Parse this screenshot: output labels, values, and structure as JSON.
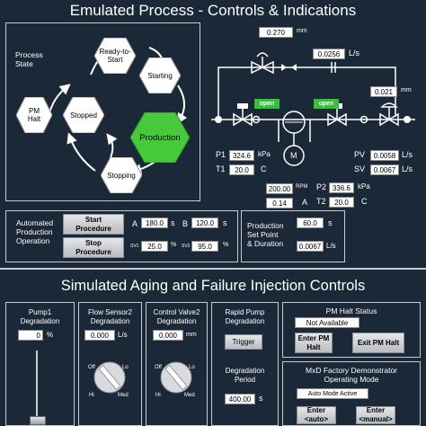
{
  "top": {
    "title": "Emulated Process - Controls & Indications",
    "process_state": {
      "label": "Process\nState",
      "states": {
        "ready": "Ready-to-\nStart",
        "starting": "Starting",
        "production": "Production",
        "stopping": "Stopping",
        "stopped": "Stopped",
        "pm_halt": "PM\nHalt"
      },
      "active_color": "#46c93a"
    },
    "pid": {
      "top_value": "0.270",
      "top_unit": "mm",
      "flow_top_value": "0.0256",
      "flow_top_unit": "L/s",
      "right_value": "0.021",
      "right_unit": "mm",
      "open_left": "open",
      "open_right": "open",
      "p1_label": "P1",
      "p1_value": "324.6",
      "p1_unit": "kPa",
      "t1_label": "T1",
      "t1_value": "20.0",
      "t1_unit": "C",
      "pv_label": "PV",
      "pv_value": "0.0058",
      "pv_unit": "L/s",
      "sv_label": "SV",
      "sv_value": "0.0067",
      "sv_unit": "L/s",
      "motor_label": "M",
      "rpm_value": "200.00",
      "rpm_unit": "RPM",
      "amp_value": "0.14",
      "amp_unit": "A",
      "p2_label": "P2",
      "p2_value": "336.6",
      "p2_unit": "kPa",
      "t2_label": "T2",
      "t2_value": "20.0",
      "t2_unit": "C"
    },
    "auto_op": {
      "label": "Automated\nProduction\nOperation",
      "start_btn": "Start\nProcedure",
      "stop_btn": "Stop\nProcedure",
      "a_label": "A",
      "a_value": "180.0",
      "a_unit": "s",
      "b_label": "B",
      "b_value": "120.0",
      "b_unit": "s",
      "sv1_label": "SV1",
      "sv1_value": "25.0",
      "sv1_unit": "%",
      "sv2_label": "SV2",
      "sv2_value": "95.0",
      "sv2_unit": "%"
    },
    "production": {
      "label": "Production\nSet Point\n& Duration",
      "duration_value": "60.0",
      "duration_unit": "s",
      "flow_value": "0.0067",
      "flow_unit": "L/s"
    }
  },
  "bottom": {
    "title": "Simulated Aging and Failure Injection Controls",
    "pump1": {
      "label": "Pump1\nDegradation",
      "value": "0",
      "unit": "%",
      "slider_level": 0
    },
    "flow_sensor2": {
      "label": "Flow Sensor2\nDegradation",
      "value": "0.000",
      "unit": "L/s",
      "knob": {
        "off": "Off",
        "lo": "Lo",
        "hi": "Hi",
        "med": "Med"
      }
    },
    "control_valve2": {
      "label": "Control Valve2\nDegradation",
      "value": "0.000",
      "unit": "mm",
      "knob": {
        "off": "Off",
        "lo": "Lo",
        "hi": "Hi",
        "med": "Med"
      }
    },
    "rapid_pump": {
      "label": "Rapid Pump\nDegradation",
      "trigger": "Trigger",
      "period_label": "Degradation\nPeriod",
      "period_value": "400.00",
      "period_unit": "s"
    },
    "pm_halt": {
      "title": "PM Halt Status",
      "status": "Not Available",
      "enter_btn": "Enter PM\nHalt",
      "exit_btn": "Exit PM Halt"
    },
    "mxd": {
      "title": "MxD Factory Demonstrator\nOperating Mode",
      "status": "Auto Mode Active",
      "enter_auto": "Enter\n<auto>",
      "enter_manual": "Enter\n<manual>"
    }
  },
  "colors": {
    "background": "#1b2838",
    "panel_border": "#c8ccd2",
    "open_green": "#35c13a"
  }
}
